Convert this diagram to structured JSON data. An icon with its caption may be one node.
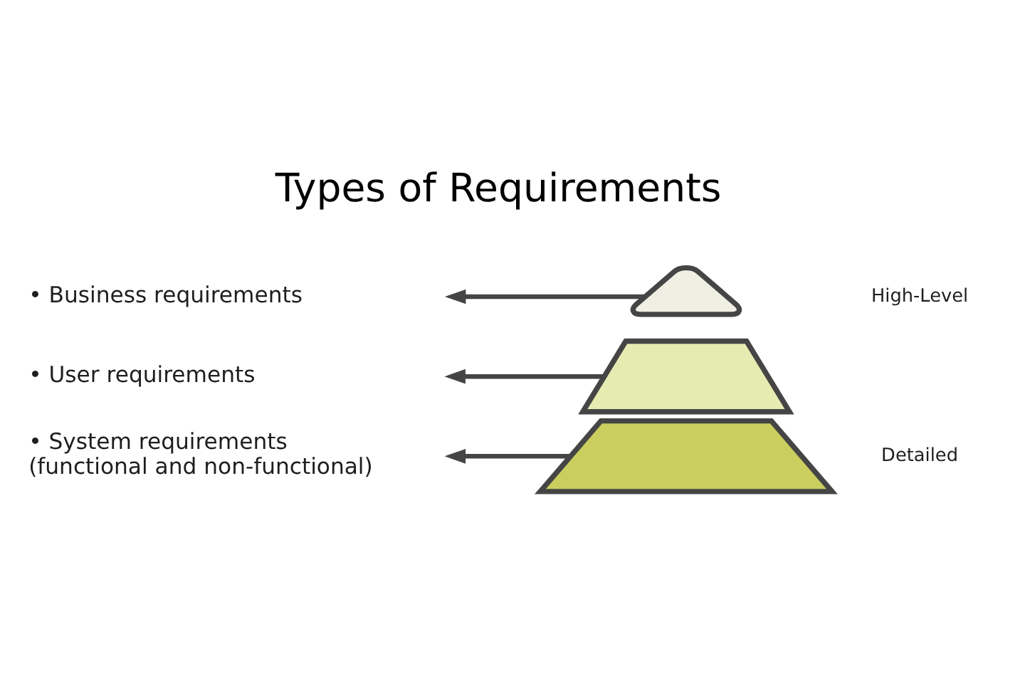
{
  "diagram": {
    "title": "Types of Requirements",
    "nodes": [
      {
        "text": [
          "• Business requirements"
        ]
      },
      {
        "text": [
          "• User requirements"
        ]
      },
      {
        "text": [
          "• System requirements (functional and non-functional)"
        ]
      },
      {
        "text": [],
        "shape": "dome"
      },
      {
        "text": [],
        "shape": "trapezium"
      },
      {
        "text": [],
        "shape": "trapezium"
      }
    ],
    "edges": [
      {
        "from": 3,
        "to": 0,
        "arrow": "to"
      },
      {
        "from": 4,
        "to": 1,
        "arrow": "to"
      },
      {
        "from": 5,
        "to": 2,
        "arrow": "to"
      }
    ],
    "labels": [
      "High-Level",
      "Detailed"
    ]
  }
}
